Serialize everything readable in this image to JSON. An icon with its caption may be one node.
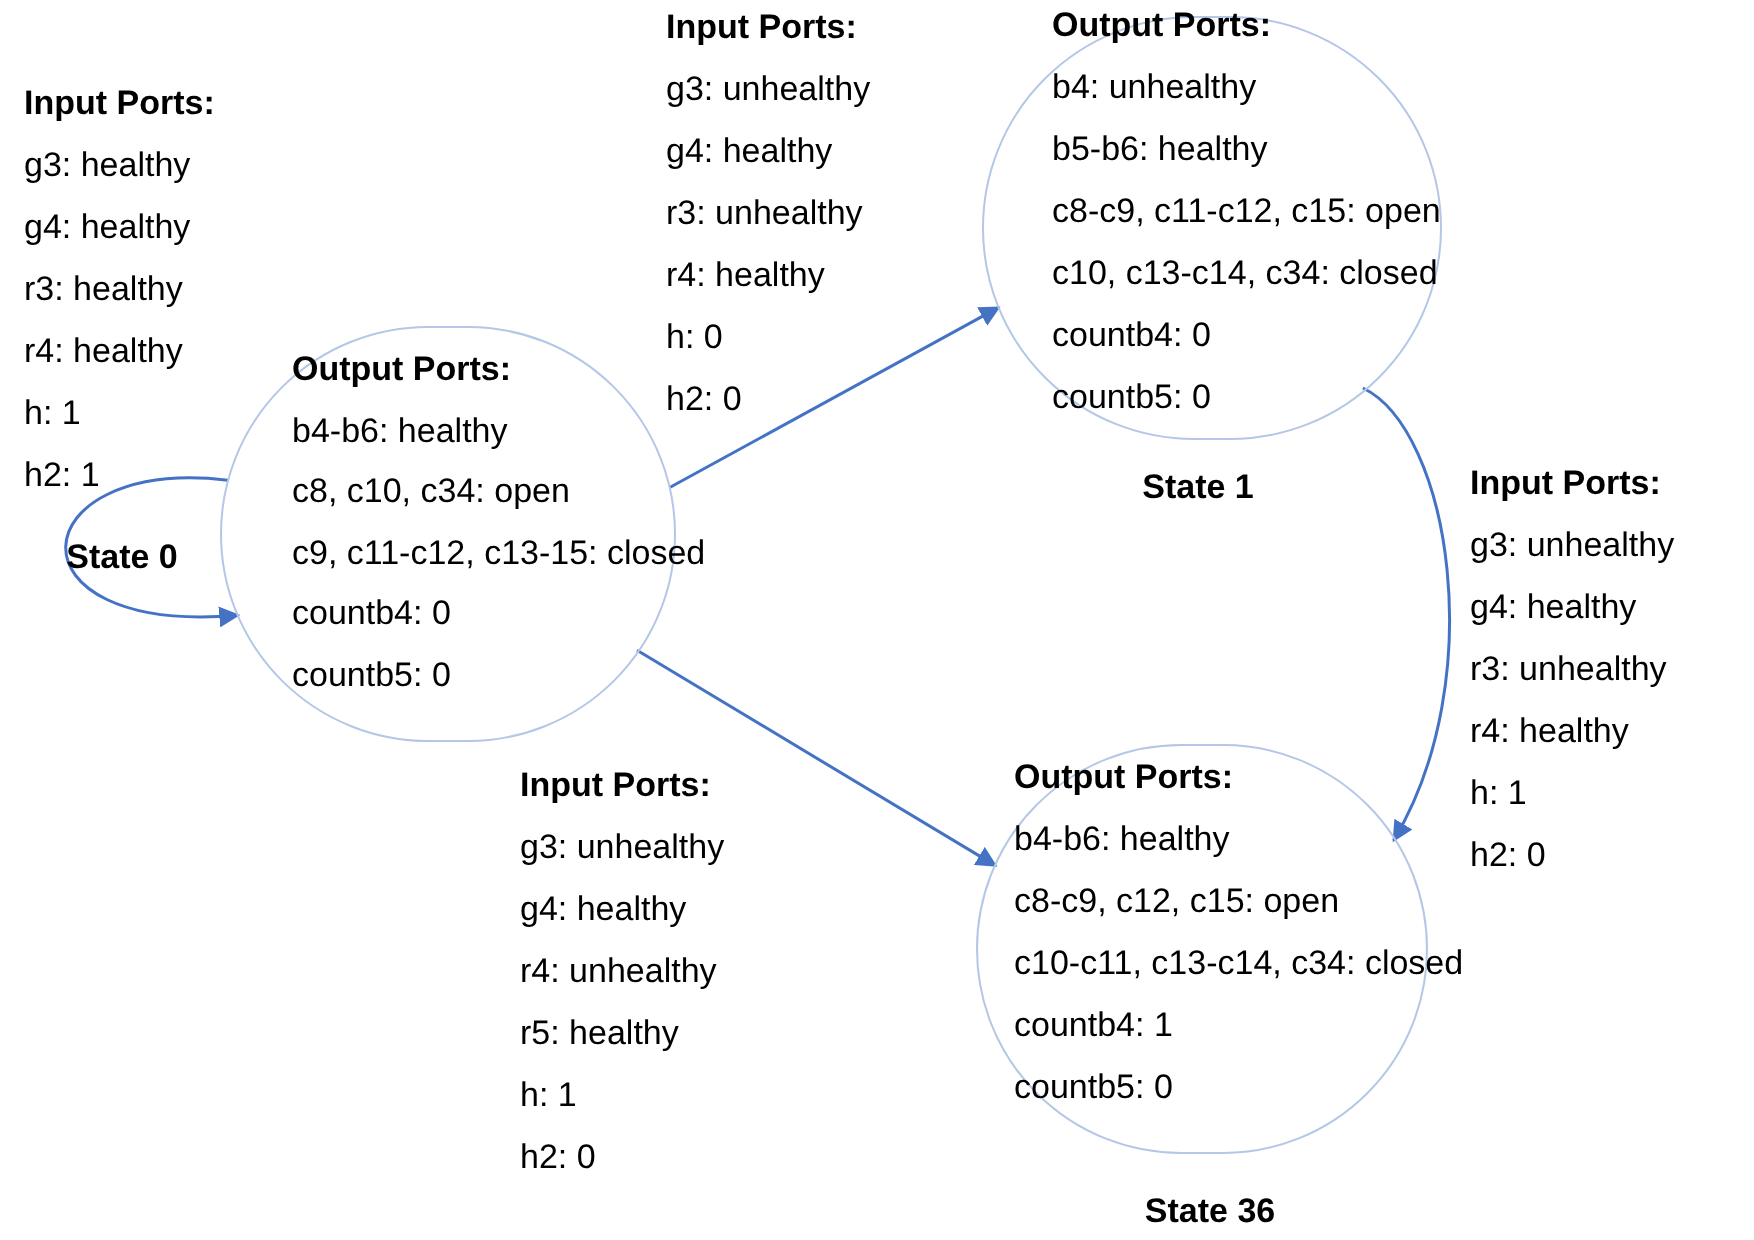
{
  "diagram": {
    "nodes": [
      {
        "text": [
          "Output Ports:",
          "b4-b6: healthy",
          "c8, c10, c34: open",
          "c9, c11-c12, c13-15: closed",
          "countb4: 0",
          "countb5: 0"
        ],
        "beside": [
          "State 0"
        ]
      },
      {
        "text": [
          "Output Ports:",
          "b4: unhealthy",
          "b5-b6: healthy",
          "c8-c9, c11-c12, c15: open",
          "c10, c13-c14, c34: closed",
          "countb4: 0",
          "countb5: 0"
        ],
        "beside": [
          "State 1"
        ]
      },
      {
        "text": [
          "Output Ports:",
          "b4-b6: healthy",
          "c8-c9, c12, c15: open",
          "c10-c11, c13-c14, c34: closed",
          "countb4: 1",
          "countb5: 0"
        ],
        "beside": [
          "State 36"
        ]
      }
    ],
    "edges": [
      {
        "from": 0,
        "to": 0,
        "arrow": "to"
      },
      {
        "from": 0,
        "to": 1,
        "arrow": "to"
      },
      {
        "from": 0,
        "to": 2,
        "arrow": "to"
      },
      {
        "from": 1,
        "to": 2,
        "arrow": "to"
      }
    ],
    "labels": [
      "Input Ports:",
      "g3: healthy",
      "g4: healthy",
      "r3: healthy",
      "r4: healthy",
      "h: 1",
      "h2: 1",
      "Input Ports:",
      "g3: unhealthy",
      "g4: healthy",
      "r3: unhealthy",
      "r4: healthy",
      "h: 0",
      "h2: 0",
      "Input Ports:",
      "g3: unhealthy",
      "g4: healthy",
      "r3: unhealthy",
      "r4: healthy",
      "h: 1",
      "h2: 0",
      "Input Ports:",
      "g3: unhealthy",
      "g4: healthy",
      "r4: unhealthy",
      "r5: healthy",
      "h: 1",
      "h2: 0"
    ]
  }
}
